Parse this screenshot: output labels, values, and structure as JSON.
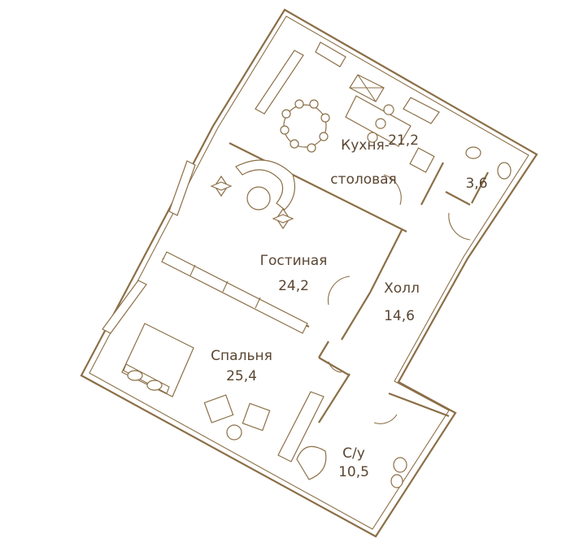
{
  "colors": {
    "line": "#8b6f47",
    "text": "#5a4632",
    "background": "#ffffff"
  },
  "rooms": [
    {
      "name": "Кухня-\nстоловая",
      "name_line1": "Кухня-",
      "name_line2": "столовая",
      "area": "21,2"
    },
    {
      "name": "",
      "area": "3,6"
    },
    {
      "name": "Гостиная",
      "area": "24,2"
    },
    {
      "name": "Холл",
      "area": "14,6"
    },
    {
      "name": "Спальня",
      "area": "25,4"
    },
    {
      "name": "С/у",
      "area": "10,5"
    }
  ]
}
